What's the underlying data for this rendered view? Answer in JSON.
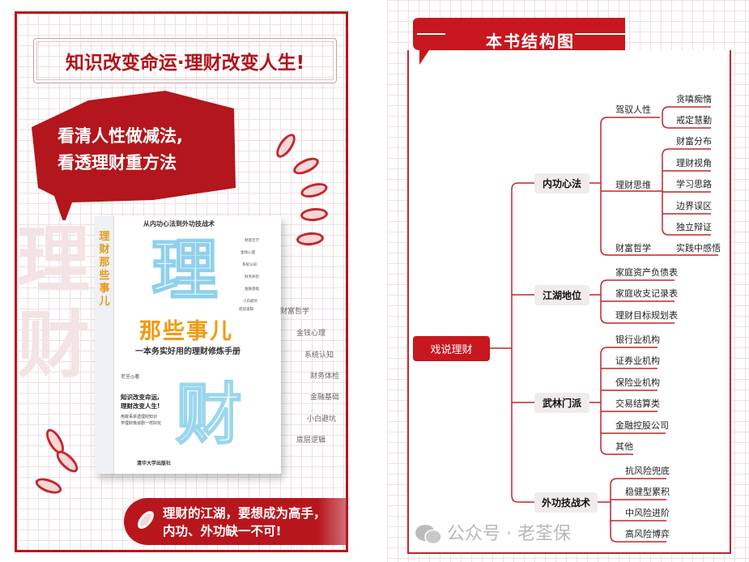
{
  "poster": {
    "slogan": "知识改变命运·理财改变人生!",
    "bubble_line1": "看清人性做减法,",
    "bubble_line2": "看透理财重方法",
    "bg_char1": "理",
    "bg_char2": "财",
    "pill_line1": "理财的江湖，要想成为高手，",
    "pill_line2": "内功、外功缺一不可!",
    "topics": [
      "财富哲学",
      "金钱心理",
      "系统认知",
      "财务体检",
      "金融基础",
      "小白避坑",
      "底层逻辑"
    ]
  },
  "book": {
    "spine_title": "理财那些事儿",
    "subtitle_top": "从内功心法到外功技战术",
    "big_char1": "理",
    "title": "那些事儿",
    "tagline": "一本务实好用的理财修炼手册",
    "big_char2": "财",
    "author": "老荃◎著",
    "slogan1": "知识改变命运,",
    "slogan2": "理财改变人生!",
    "small1": "用故事讲透理财知识",
    "small2": "学理财像追剧一样好玩",
    "publisher": "清华大学出版社",
    "toc": [
      "财富哲学",
      "金钱心理",
      "系统认知",
      "财务体检",
      "金融基础",
      "小白避坑",
      "底层逻辑"
    ]
  },
  "mindmap": {
    "header": "本书结构图",
    "root": "戏说理财",
    "branches": [
      {
        "label": "内功心法",
        "children": [
          {
            "label": "驾驭人性",
            "children": [
              "贪嗔痴惰",
              "戒定慧勤"
            ]
          },
          {
            "label": "理财思维",
            "children": [
              "财富分布",
              "理财视角",
              "学习思路",
              "边界误区",
              "独立辩证"
            ]
          },
          {
            "label": "财富哲学",
            "children": [
              "实践中感悟"
            ]
          }
        ]
      },
      {
        "label": "江湖地位",
        "children": [
          "家庭资产负债表",
          "家庭收支记录表",
          "理财目标规划表"
        ]
      },
      {
        "label": "武林门派",
        "children": [
          "银行业机构",
          "证券业机构",
          "保险业机构",
          "交易结算类",
          "金融控股公司",
          "其他"
        ]
      },
      {
        "label": "外功技战术",
        "children": [
          "抗风险兜底",
          "稳健型累积",
          "中风险进阶",
          "高风险博弈"
        ]
      }
    ]
  },
  "watermark": "公众号 · 老荃保"
}
